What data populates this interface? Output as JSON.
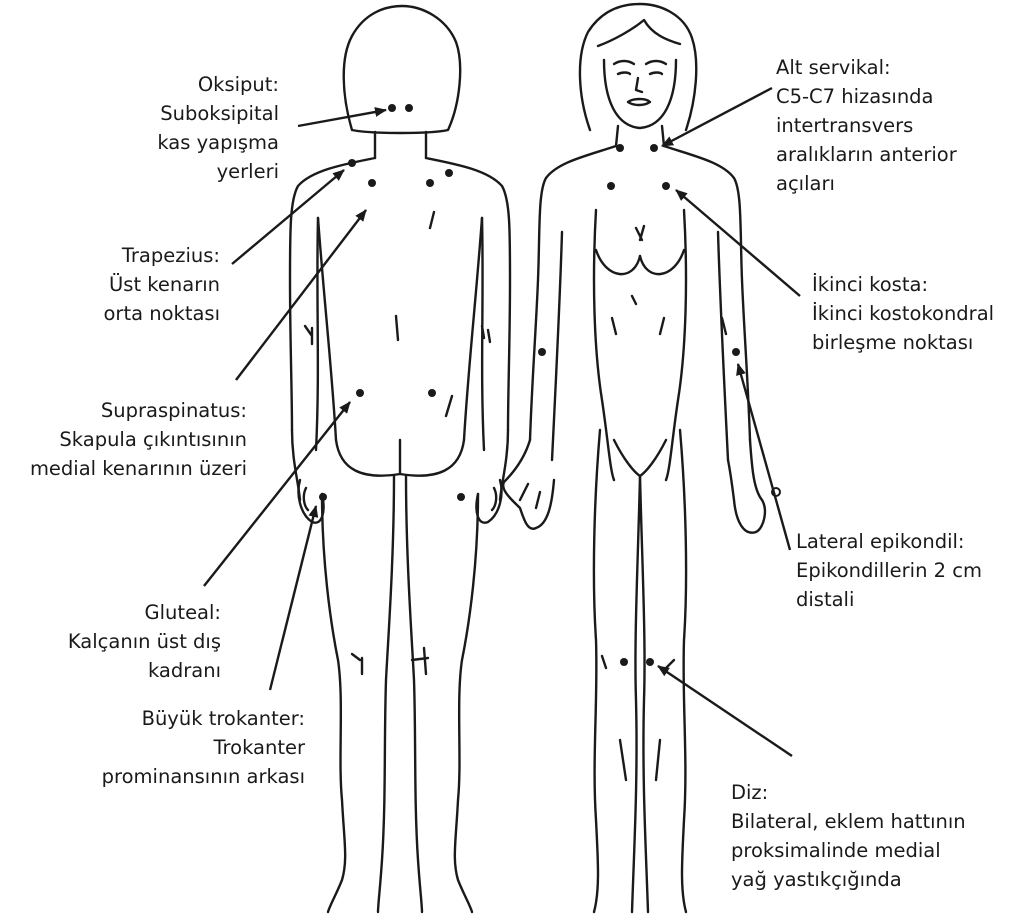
{
  "colors": {
    "ink": "#1a1a1a",
    "background": "#ffffff"
  },
  "figures": [
    "back-view-body",
    "front-view-body"
  ],
  "labels": {
    "oksiput": {
      "title": "Oksiput:",
      "lines": [
        "Suboksipital",
        "kas yapışma",
        "yerleri"
      ]
    },
    "trapezius": {
      "title": "Trapezius:",
      "lines": [
        "Üst kenarın",
        "orta noktası"
      ]
    },
    "supraspinatus": {
      "title": "Supraspinatus:",
      "lines": [
        "Skapula çıkıntısının",
        "medial kenarının üzeri"
      ]
    },
    "gluteal": {
      "title": "Gluteal:",
      "lines": [
        "Kalçanın üst dış",
        "kadranı"
      ]
    },
    "trokanter": {
      "title": "Büyük trokanter:",
      "lines": [
        "Trokanter",
        "prominansının arkası"
      ]
    },
    "servikal": {
      "title": "Alt servikal:",
      "lines": [
        "C5-C7 hizasında",
        "intertransvers",
        "aralıkların anterior",
        "açıları"
      ]
    },
    "kosta": {
      "title": "İkinci kosta:",
      "lines": [
        "İkinci kostokondral",
        "birleşme noktası"
      ]
    },
    "epikondil": {
      "title": "Lateral epikondil:",
      "lines": [
        "Epikondillerin 2 cm",
        "distali"
      ]
    },
    "diz": {
      "title": "Diz:",
      "lines": [
        "Bilateral, eklem hattının",
        "proksimalinde medial",
        "yağ yastıkçığında"
      ]
    }
  }
}
